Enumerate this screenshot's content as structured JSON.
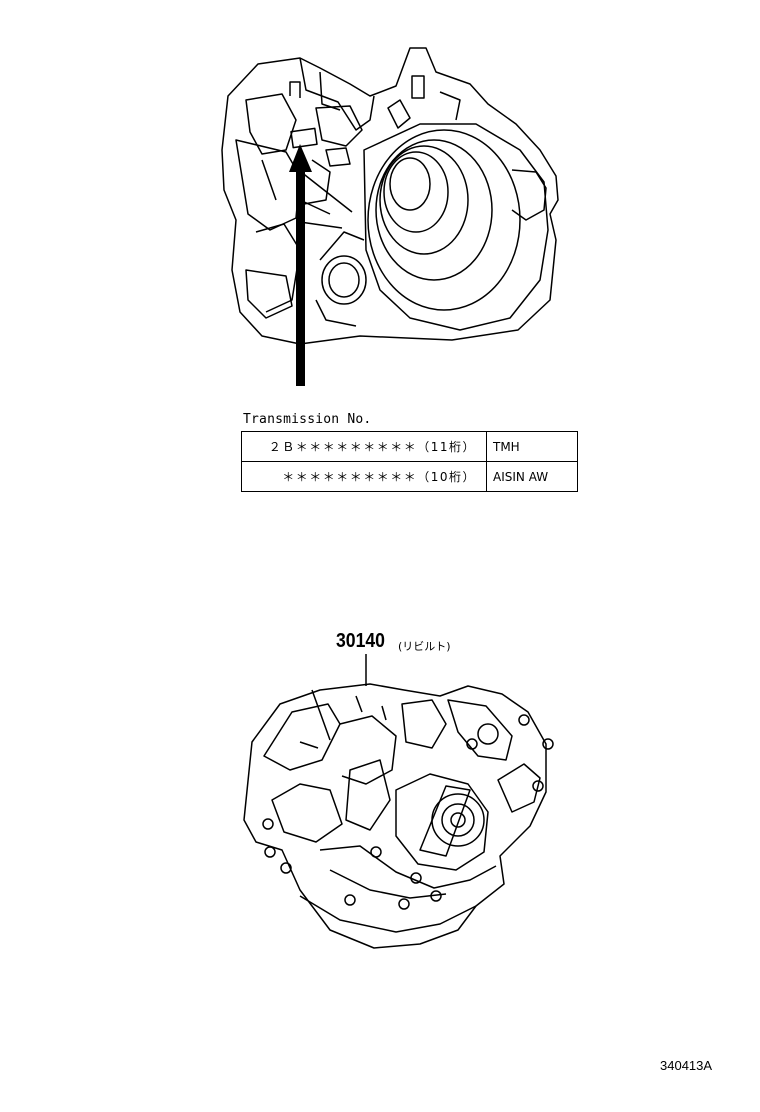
{
  "transmission_label": "Transmission No.",
  "table": {
    "rows": [
      {
        "code": "２Ｂ＊＊＊＊＊＊＊＊＊（11桁）",
        "maker": "TMH"
      },
      {
        "code": "＊＊＊＊＊＊＊＊＊＊（10桁）",
        "maker": "AISIN AW"
      }
    ]
  },
  "part": {
    "number": "30140",
    "note": "(リビルト)"
  },
  "figure_id": "340413A"
}
